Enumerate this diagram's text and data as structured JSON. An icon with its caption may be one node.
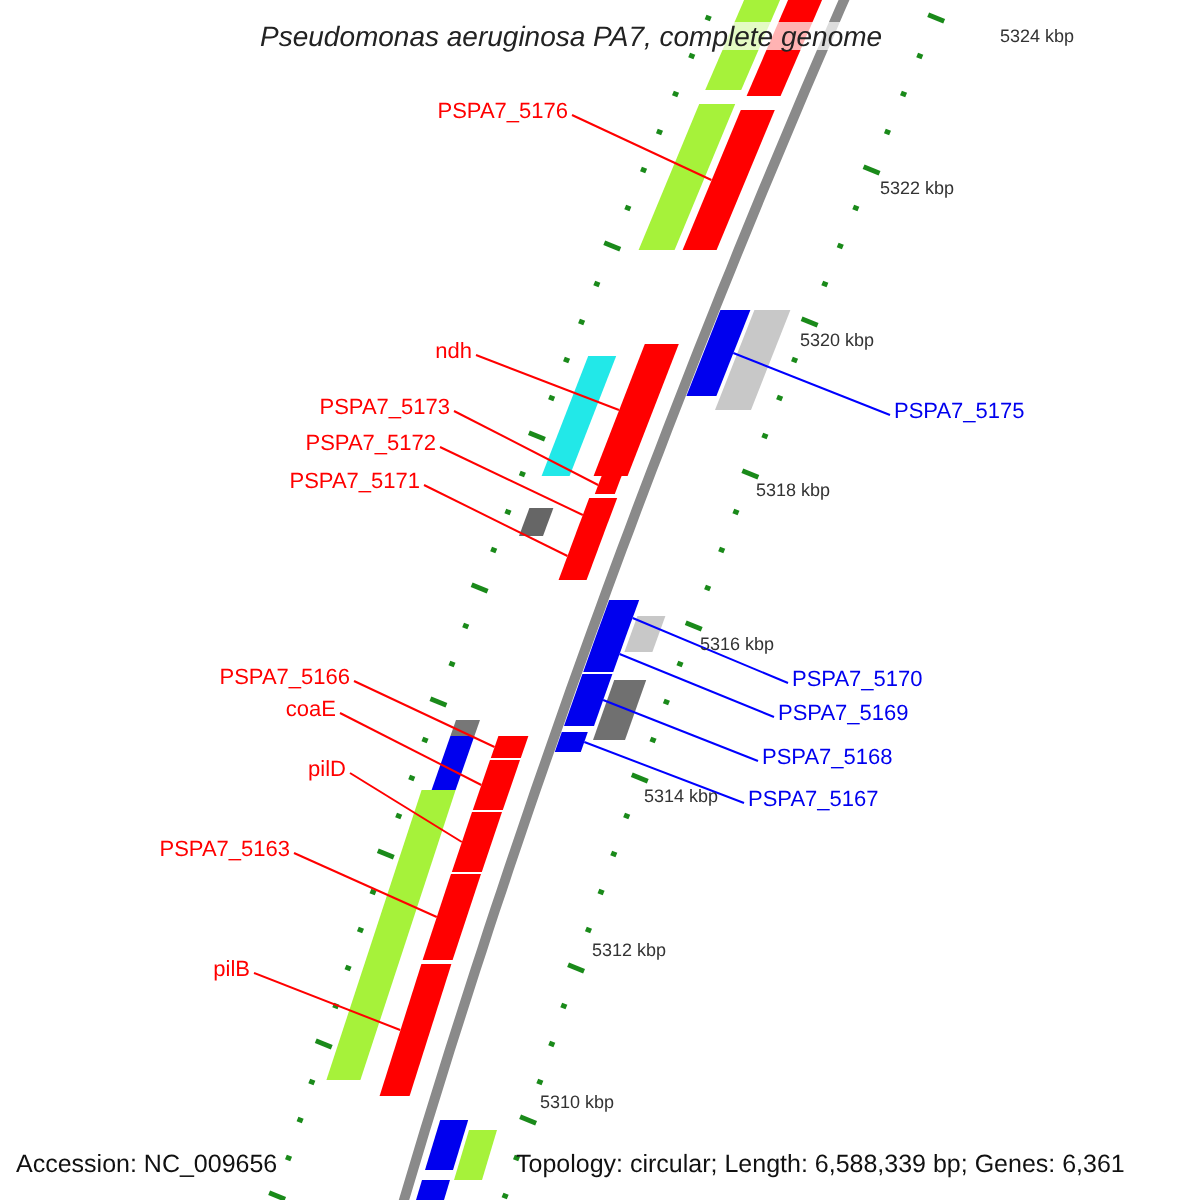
{
  "diagram": {
    "title": "Pseudomonas aeruginosa PA7, complete genome",
    "nodes": [
      {
        "text": [
          "PSPA7_5176"
        ]
      },
      {
        "text": [
          "PSPA7_5175"
        ]
      },
      {
        "text": [
          "ndh"
        ]
      },
      {
        "text": [
          "PSPA7_5173"
        ]
      },
      {
        "text": [
          "PSPA7_5172"
        ]
      },
      {
        "text": [
          "PSPA7_5171"
        ]
      },
      {
        "text": [
          "PSPA7_5170"
        ]
      },
      {
        "text": [
          "PSPA7_5169"
        ]
      },
      {
        "text": [
          "PSPA7_5168"
        ]
      },
      {
        "text": [
          "PSPA7_5167"
        ]
      },
      {
        "text": [
          "PSPA7_5166"
        ]
      },
      {
        "text": [
          "coaE"
        ]
      },
      {
        "text": [
          "pilD"
        ]
      },
      {
        "text": [
          "PSPA7_5163"
        ]
      },
      {
        "text": [
          "pilB"
        ]
      },
      {
        "text": [],
        "shape": "bar"
      },
      {
        "text": [],
        "shape": "bar"
      },
      {
        "text": [],
        "shape": "bar"
      },
      {
        "text": [],
        "shape": "bar"
      },
      {
        "text": [],
        "shape": "bar"
      },
      {
        "text": [],
        "shape": "bar"
      },
      {
        "text": [],
        "shape": "bar"
      },
      {
        "text": [],
        "shape": "bar"
      },
      {
        "text": [],
        "shape": "bar"
      },
      {
        "text": [],
        "shape": "bar"
      },
      {
        "text": [],
        "shape": "bar"
      },
      {
        "text": [],
        "shape": "bar"
      },
      {
        "text": [],
        "shape": "bar"
      },
      {
        "text": [],
        "shape": "bar"
      },
      {
        "text": [],
        "shape": "bar"
      },
      {
        "text": [],
        "shape": "bar"
      },
      {
        "text": [],
        "shape": "bar"
      },
      {
        "text": [],
        "shape": "bar"
      },
      {
        "text": [],
        "shape": "bar"
      },
      {
        "text": [],
        "shape": "bar"
      },
      {
        "text": [],
        "shape": "bar"
      },
      {
        "text": [],
        "shape": "bar"
      },
      {
        "text": [],
        "shape": "bar"
      },
      {
        "text": [],
        "shape": "bar"
      },
      {
        "text": [],
        "shape": "bar"
      },
      {
        "text": [],
        "shape": "bar"
      },
      {
        "text": [],
        "shape": "bar"
      },
      {
        "text": [],
        "shape": "bar"
      },
      {
        "text": [],
        "shape": "bar"
      }
    ],
    "edges": [
      {
        "from": 0,
        "to": 15,
        "arrow": "none"
      },
      {
        "from": 1,
        "to": 16,
        "arrow": "none",
        "color": "#0000ff"
      },
      {
        "from": 2,
        "to": 17,
        "arrow": "none"
      },
      {
        "from": 3,
        "to": 18,
        "arrow": "none"
      },
      {
        "from": 4,
        "to": 19,
        "arrow": "none"
      },
      {
        "from": 5,
        "to": 20,
        "arrow": "none"
      },
      {
        "from": 6,
        "to": 21,
        "arrow": "none",
        "color": "#0000ff"
      },
      {
        "from": 7,
        "to": 22,
        "arrow": "none",
        "color": "#0000ff"
      },
      {
        "from": 8,
        "to": 23,
        "arrow": "none",
        "color": "#0000ff"
      },
      {
        "from": 9,
        "to": 24,
        "arrow": "none",
        "color": "#0000ff"
      },
      {
        "from": 10,
        "to": 25,
        "arrow": "none"
      },
      {
        "from": 11,
        "to": 26,
        "arrow": "none"
      },
      {
        "from": 12,
        "to": 27,
        "arrow": "none"
      },
      {
        "from": 13,
        "to": 28,
        "arrow": "none"
      },
      {
        "from": 14,
        "to": 29,
        "arrow": "none"
      }
    ],
    "labels": [
      "5324 kbp",
      "5322 kbp",
      "5320 kbp",
      "5318 kbp",
      "5316 kbp",
      "5314 kbp",
      "5312 kbp",
      "5310 kbp",
      "Accession: NC_009656",
      "Topology: circular; Length: 6,588,339 bp; Genes: 6,361"
    ]
  }
}
